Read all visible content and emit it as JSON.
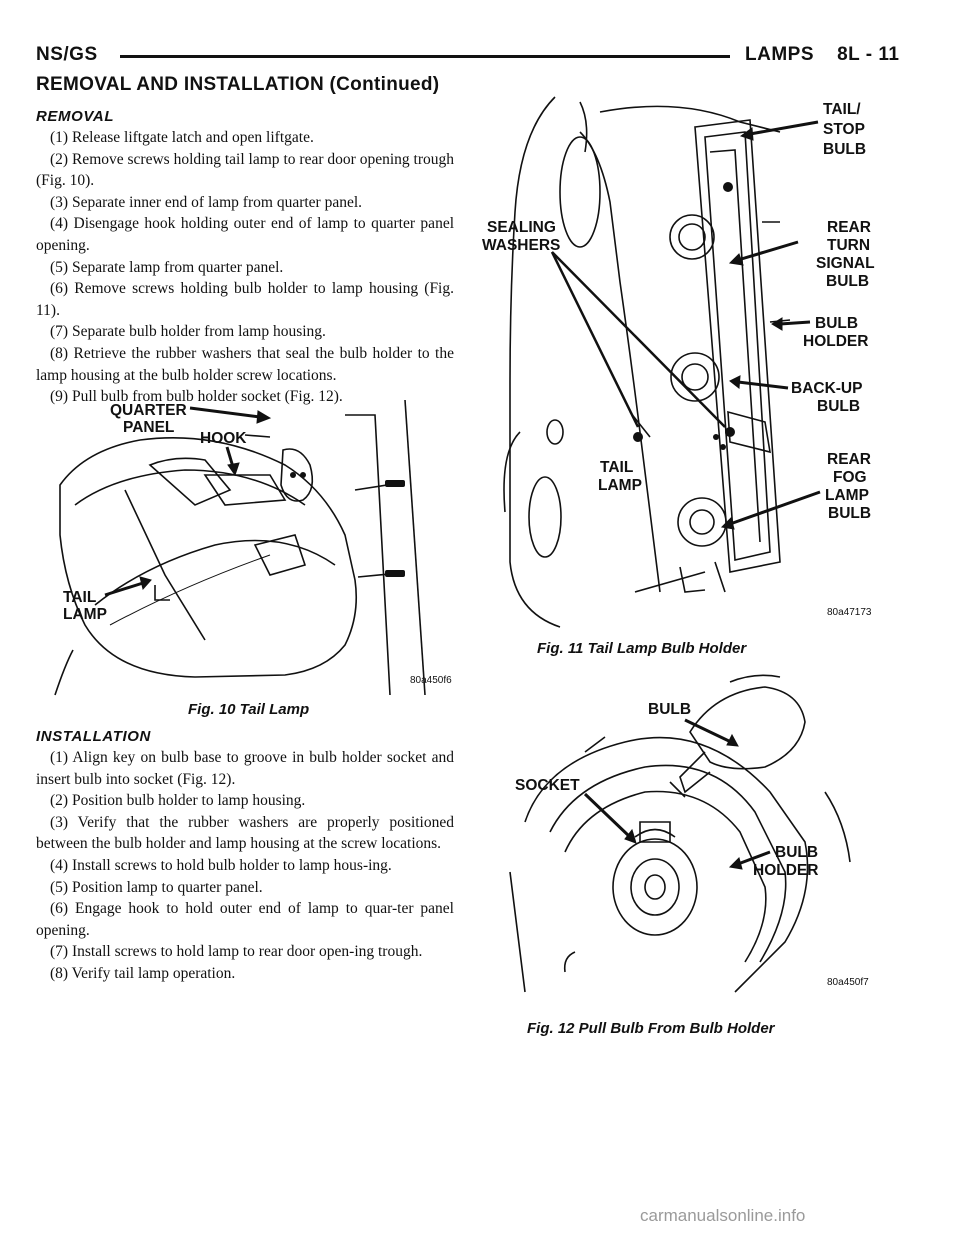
{
  "header": {
    "left": "NS/GS",
    "right": "LAMPS    8L - 11"
  },
  "continued_title": "REMOVAL AND INSTALLATION (Continued)",
  "removal": {
    "heading": "REMOVAL",
    "steps": [
      "(1) Release liftgate latch and open liftgate.",
      "(2) Remove screws holding tail lamp to rear door opening trough (Fig. 10).",
      "(3) Separate inner end of lamp from quarter panel.",
      "(4) Disengage hook holding outer end of lamp to quarter panel opening.",
      "(5) Separate lamp from quarter panel.",
      "(6) Remove screws holding bulb holder to lamp housing (Fig. 11).",
      "(7) Separate bulb holder from lamp housing.",
      "(8) Retrieve the rubber washers that seal the bulb holder to the lamp housing at the bulb holder screw locations.",
      "(9) Pull bulb from bulb holder socket (Fig. 12)."
    ]
  },
  "installation": {
    "heading": "INSTALLATION",
    "steps": [
      "(1) Align key on bulb base to groove in bulb holder socket and insert bulb into socket (Fig. 12).",
      "(2) Position bulb holder to lamp housing.",
      "(3) Verify that the rubber washers are properly positioned between the bulb holder and lamp housing at the screw locations.",
      "(4) Install screws to hold bulb holder to lamp hous-ing.",
      "(5) Position lamp to quarter panel.",
      "(6) Engage hook to hold outer end of lamp to quar-ter panel opening.",
      "(7) Install screws to hold lamp to rear door open-ing trough.",
      "(8) Verify tail lamp operation."
    ]
  },
  "fig10": {
    "caption": "Fig. 10 Tail Lamp",
    "code": "80a450f6",
    "labels": {
      "quarter_panel_1": "QUARTER",
      "quarter_panel_2": "PANEL",
      "hook": "HOOK",
      "tail_1": "TAIL",
      "tail_2": "LAMP"
    }
  },
  "fig11": {
    "caption": "Fig. 11 Tail Lamp Bulb Holder",
    "code": "80a47173",
    "labels": {
      "tail_stop_1": "TAIL/",
      "tail_stop_2": "STOP",
      "tail_stop_3": "BULB",
      "sealing_1": "SEALING",
      "sealing_2": "WASHERS",
      "rear_turn_1": "REAR",
      "rear_turn_2": "TURN",
      "rear_turn_3": "SIGNAL",
      "rear_turn_4": "BULB",
      "bulb_holder_1": "BULB",
      "bulb_holder_2": "HOLDER",
      "backup_1": "BACK-UP",
      "backup_2": "BULB",
      "tail_lamp_1": "TAIL",
      "tail_lamp_2": "LAMP",
      "fog_1": "REAR",
      "fog_2": "FOG",
      "fog_3": "LAMP",
      "fog_4": "BULB"
    }
  },
  "fig12": {
    "caption": "Fig. 12 Pull Bulb From Bulb Holder",
    "code": "80a450f7",
    "labels": {
      "bulb": "BULB",
      "socket": "SOCKET",
      "holder_1": "BULB",
      "holder_2": "HOLDER"
    }
  },
  "watermark": "carmanualsonline.info"
}
